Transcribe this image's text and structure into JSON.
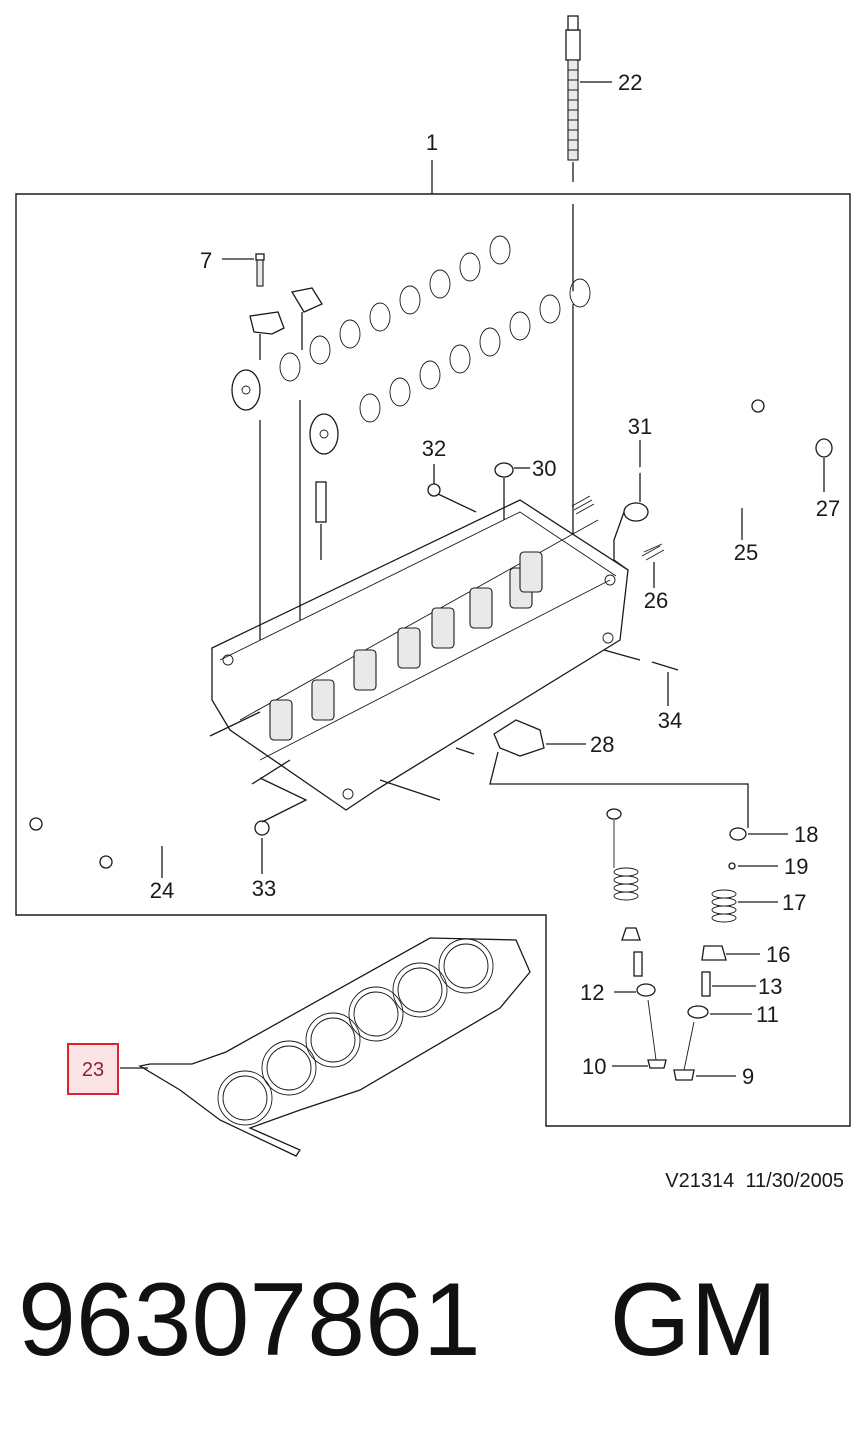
{
  "callouts": {
    "c1": "1",
    "c7": "7",
    "c9": "9",
    "c10": "10",
    "c11": "11",
    "c12": "12",
    "c13": "13",
    "c16": "16",
    "c17": "17",
    "c18": "18",
    "c19": "19",
    "c22": "22",
    "c23": "23",
    "c24": "24",
    "c25": "25",
    "c26": "26",
    "c27": "27",
    "c28": "28",
    "c30": "30",
    "c31": "31",
    "c32": "32",
    "c33": "33",
    "c34": "34"
  },
  "highlighted_callout": "23",
  "reference": {
    "code": "V21314",
    "date": "11/30/2005"
  },
  "part_number": "96307861",
  "manufacturer": "GM",
  "colors": {
    "highlight_border": "#d9252f",
    "highlight_fill": "#fbe3e6",
    "line": "#1a1a1a"
  }
}
